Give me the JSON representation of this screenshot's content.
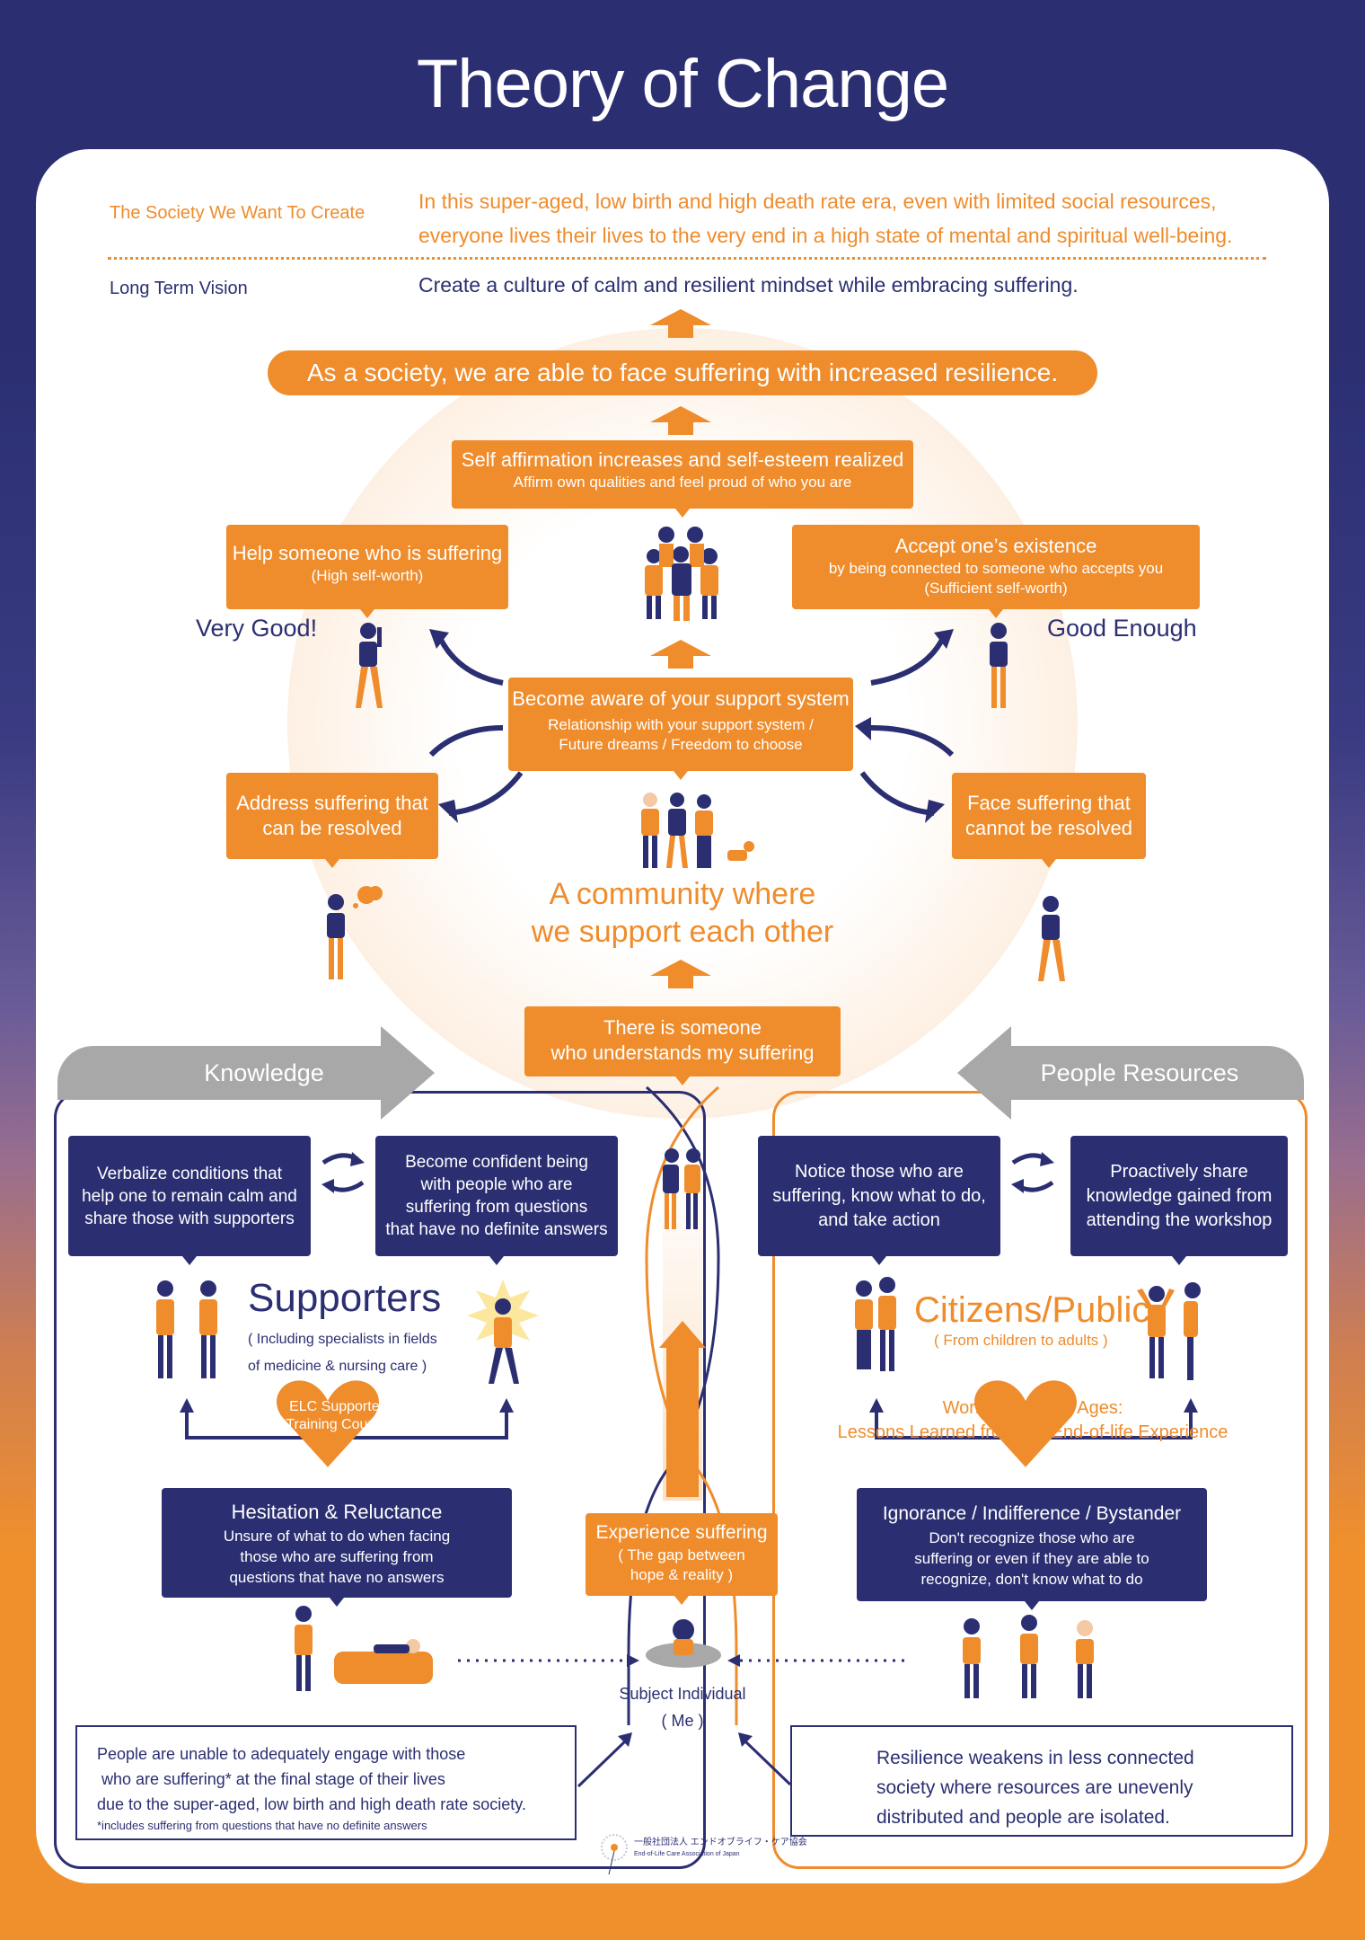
{
  "title": "Theory of Change",
  "colors": {
    "navy": "#2b2f72",
    "orange": "#ef8c2c",
    "gray": "#a8a8a8",
    "white": "#ffffff"
  },
  "header": {
    "society_label": "The Society We Want To Create",
    "society_text_line1": "In this super-aged, low birth and high death rate era, even with limited social resources,",
    "society_text_line2": "everyone lives their lives to the very end in a high state of mental and spiritual well-being.",
    "vision_label": "Long Term Vision",
    "vision_text": "Create a culture of calm and resilient mindset while embracing suffering."
  },
  "outcome_banner": "As a society, we are able to face suffering with increased resilience.",
  "circle": {
    "self_affirmation": {
      "title": "Self affirmation increases and self-esteem realized",
      "sub": "Affirm own qualities and feel proud of who you are"
    },
    "help_someone": {
      "title": "Help someone who is suffering",
      "sub": "(High self-worth)"
    },
    "accept_existence": {
      "title": "Accept one’s existence",
      "sub1": "by being connected to someone who accepts you",
      "sub2": "(Sufficient self-worth)"
    },
    "very_good": "Very Good!",
    "good_enough": "Good Enough",
    "support_system": {
      "title": "Become aware of your support system",
      "sub1": "Relationship with your support system /",
      "sub2": "Future dreams / Freedom to choose"
    },
    "address_resolvable": {
      "line1": "Address suffering that",
      "line2": "can be resolved"
    },
    "face_unresolvable": {
      "line1": "Face suffering that",
      "line2": "cannot be resolved"
    },
    "community_line1": "A community where",
    "community_line2": "we support each other",
    "someone_understands": {
      "line1": "There is someone",
      "line2": "who understands my suffering"
    }
  },
  "left": {
    "arrow_label": "Knowledge",
    "box1": {
      "line1": "Verbalize conditions that",
      "line2": "help one to remain calm and",
      "line3": "share those with supporters"
    },
    "box2": {
      "line1": "Become confident being",
      "line2": "with people who are",
      "line3": "suffering from questions",
      "line4": "that have no definite answers"
    },
    "group_title": "Supporters",
    "group_sub1": "( Including specialists in fields",
    "group_sub2": "of medicine & nursing care )",
    "heart_line1": "ELC Supporter",
    "heart_line2": "Training Course",
    "problem": {
      "title": "Hesitation & Reluctance",
      "line1": "Unsure of what to do when facing",
      "line2": "those who are suffering from",
      "line3": "questions that have no answers"
    },
    "bottom": {
      "line1": "People are unable to adequately engage with those",
      "line2": " who are suffering* at the final stage of their lives",
      "line3": "due to the super-aged, low birth and high death rate society.",
      "note": "*includes suffering from questions that have no definite answers"
    }
  },
  "right": {
    "arrow_label": "People Resources",
    "box1": {
      "line1": "Notice those who are",
      "line2": "suffering, know what to do,",
      "line3": "and take action"
    },
    "box2": {
      "line1": "Proactively share",
      "line2": "knowledge gained from",
      "line3": "attending the workshop"
    },
    "group_title": "Citizens/Public",
    "group_sub": "( From children to adults )",
    "heart_line1": "Workshop for All Ages:",
    "heart_line2": "Lessons Learned from the End-of-life Experience",
    "problem": {
      "title": "Ignorance / Indifference / Bystander",
      "line1": "Don't recognize those who are",
      "line2": "suffering or even if they are able to",
      "line3": "recognize, don't know what to do"
    },
    "bottom": {
      "line1": "Resilience weakens in less connected",
      "line2": "society where resources are unevenly",
      "line3": "distributed and people are isolated."
    }
  },
  "center": {
    "experience": {
      "title": "Experience suffering",
      "sub1": "( The gap between",
      "sub2": "hope & reality )"
    },
    "subject_line1": "Subject Individual",
    "subject_line2": "( Me )"
  },
  "footer_logo": {
    "jp": "一般社団法人 エンドオブライフ・ケア協会",
    "en": "End-of-Life Care Association of Japan"
  }
}
